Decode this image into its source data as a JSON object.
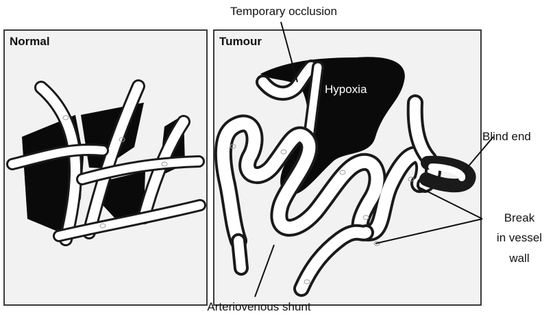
{
  "panels": {
    "normal_title": "Normal",
    "tumour_title": "Tumour"
  },
  "labels": {
    "temporary_occlusion": "Temporary occlusion",
    "hypoxia": "Hypoxia",
    "blind_end": "Blind end",
    "break_line1": "Break",
    "break_line2": "in vessel",
    "break_line3": "wall",
    "arteriovenous_shunt": "Arteriovenous shunt"
  },
  "colors": {
    "tissue": "#0a0a0a",
    "vessel_lumen": "#ffffff",
    "background": "#f2f2f2"
  }
}
